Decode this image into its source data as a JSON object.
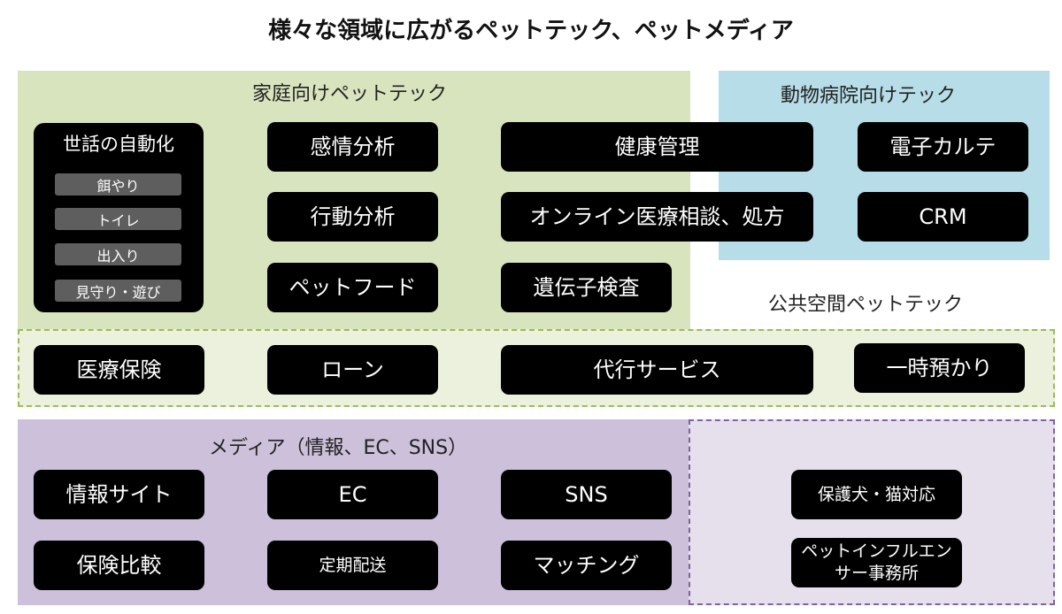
{
  "title": "様々な領域に広がるペットテック、ペットメディア",
  "home": {
    "label": "家庭向けペットテック",
    "care_automation": {
      "title": "世話の自動化",
      "items": [
        "餌やり",
        "トイレ",
        "出入り",
        "見守り・遊び"
      ]
    },
    "boxes": [
      "感情分析",
      "行動分析",
      "ペットフード",
      "遺伝子検査"
    ]
  },
  "shared": [
    "健康管理",
    "オンライン医療相談、処方"
  ],
  "vet": {
    "label": "動物病院向けテック",
    "boxes": [
      "電子カルテ",
      "CRM"
    ]
  },
  "public": {
    "label": "公共空間ペットテック"
  },
  "row_services": [
    "医療保険",
    "ローン",
    "代行サービス",
    "一時預かり"
  ],
  "media": {
    "label": "メディア（情報、EC、SNS）",
    "boxes": [
      "情報サイト",
      "EC",
      "SNS",
      "保険比較",
      "定期配送",
      "マッチング"
    ]
  },
  "rescue": {
    "boxes": [
      "保護犬・猫対応",
      "ペットインフルエン",
      "サー事務所"
    ]
  },
  "colors": {
    "home_bg": "#d8e4bd",
    "vet_bg": "#b6dde8",
    "services_bg": "#ebf1dd",
    "services_border": "#9bbb59",
    "media_bg": "#ccc0da",
    "rescue_bg": "#e6e0ec",
    "rescue_border": "#8064a2",
    "box": "#000000",
    "chip": "#5e5e5e"
  }
}
